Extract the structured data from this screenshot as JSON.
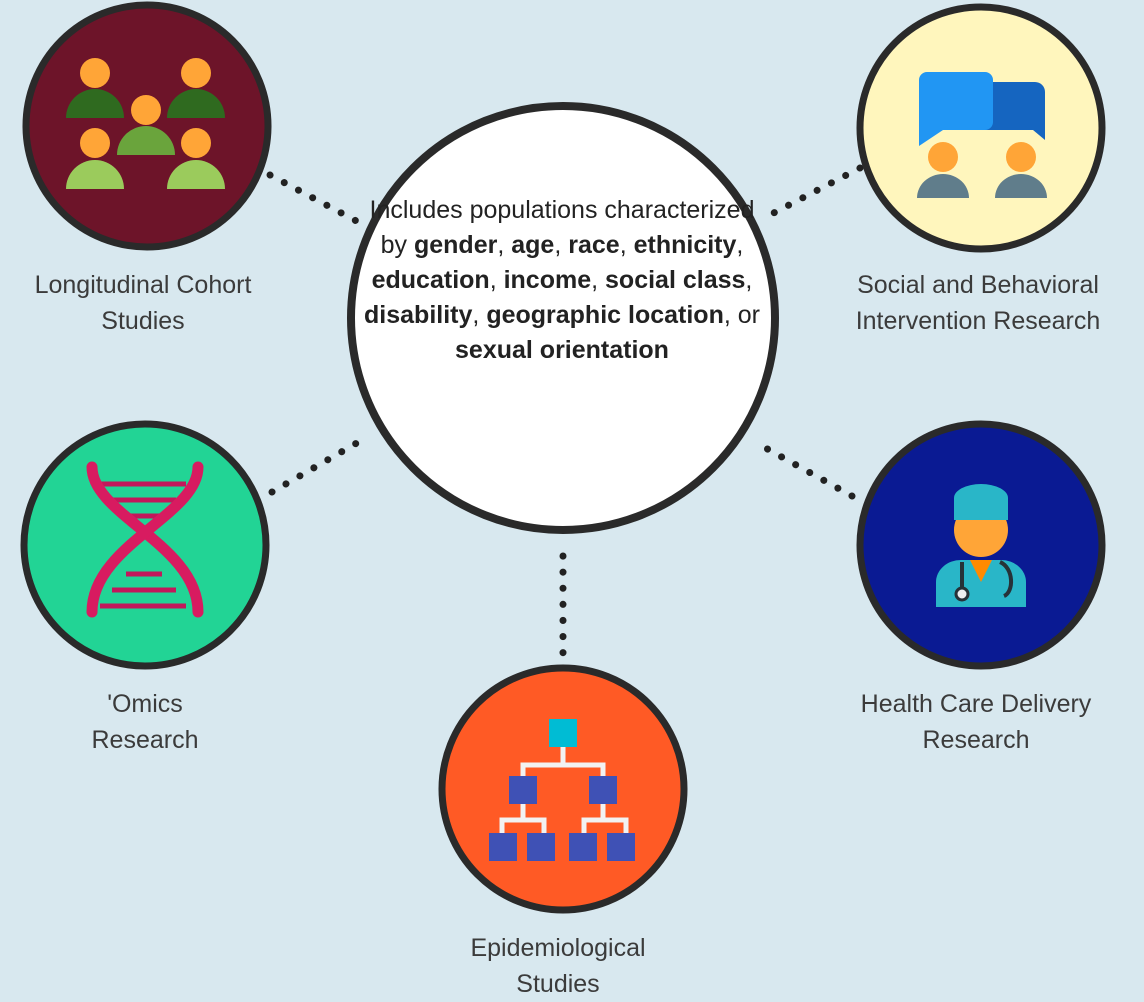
{
  "center": {
    "segments": [
      {
        "text": "Includes populations characterized by ",
        "bold": false
      },
      {
        "text": "gender",
        "bold": true
      },
      {
        "text": ", ",
        "bold": false
      },
      {
        "text": "age",
        "bold": true
      },
      {
        "text": ", ",
        "bold": false
      },
      {
        "text": "race",
        "bold": true
      },
      {
        "text": ", ",
        "bold": false
      },
      {
        "text": "ethnicity",
        "bold": true
      },
      {
        "text": ", ",
        "bold": false
      },
      {
        "text": "education",
        "bold": true
      },
      {
        "text": ", ",
        "bold": false
      },
      {
        "text": "income",
        "bold": true
      },
      {
        "text": ", ",
        "bold": false
      },
      {
        "text": "social class",
        "bold": true
      },
      {
        "text": ", ",
        "bold": false
      },
      {
        "text": "disability",
        "bold": true
      },
      {
        "text": ", ",
        "bold": false
      },
      {
        "text": "geographic location",
        "bold": true
      },
      {
        "text": ", or ",
        "bold": false
      },
      {
        "text": "sexual orientation",
        "bold": true
      }
    ]
  },
  "nodes": {
    "longitudinal": {
      "line1": "Longitudinal Cohort",
      "line2": "Studies",
      "icon": "group-people-icon",
      "color": "#6d1429"
    },
    "social": {
      "line1": "Social and Behavioral",
      "line2": "Intervention Research",
      "icon": "chat-bubbles-icon",
      "color": "#fff6bd"
    },
    "omics": {
      "line1": "'Omics",
      "line2": "Research",
      "icon": "dna-icon",
      "color": "#22d495"
    },
    "healthcare": {
      "line1": "Health Care Delivery",
      "line2": "Research",
      "icon": "doctor-icon",
      "color": "#0a1a93"
    },
    "epidemiological": {
      "line1": "Epidemiological",
      "line2": "Studies",
      "icon": "hierarchy-tree-icon",
      "color": "#ff5a25"
    }
  }
}
